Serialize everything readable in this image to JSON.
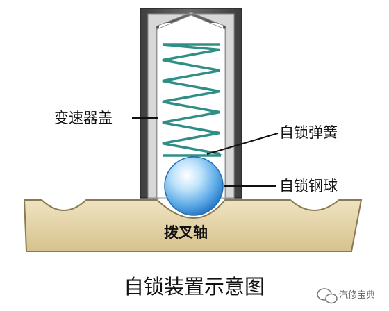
{
  "labels": {
    "cover": "变速器盖",
    "spring": "自锁弹簧",
    "ball": "自锁钢球",
    "shaft": "拨叉轴"
  },
  "caption": "自锁装置示意图",
  "watermark": {
    "text": "汽修宝典",
    "icon": "wechat-icon"
  },
  "colors": {
    "housing_outer": "#585858",
    "housing_inner": "#d8d8d8",
    "spring": "#2f8f86",
    "ball": "#5aa9e6",
    "shaft": "#e3d3a6",
    "leader_line": "#111111"
  }
}
